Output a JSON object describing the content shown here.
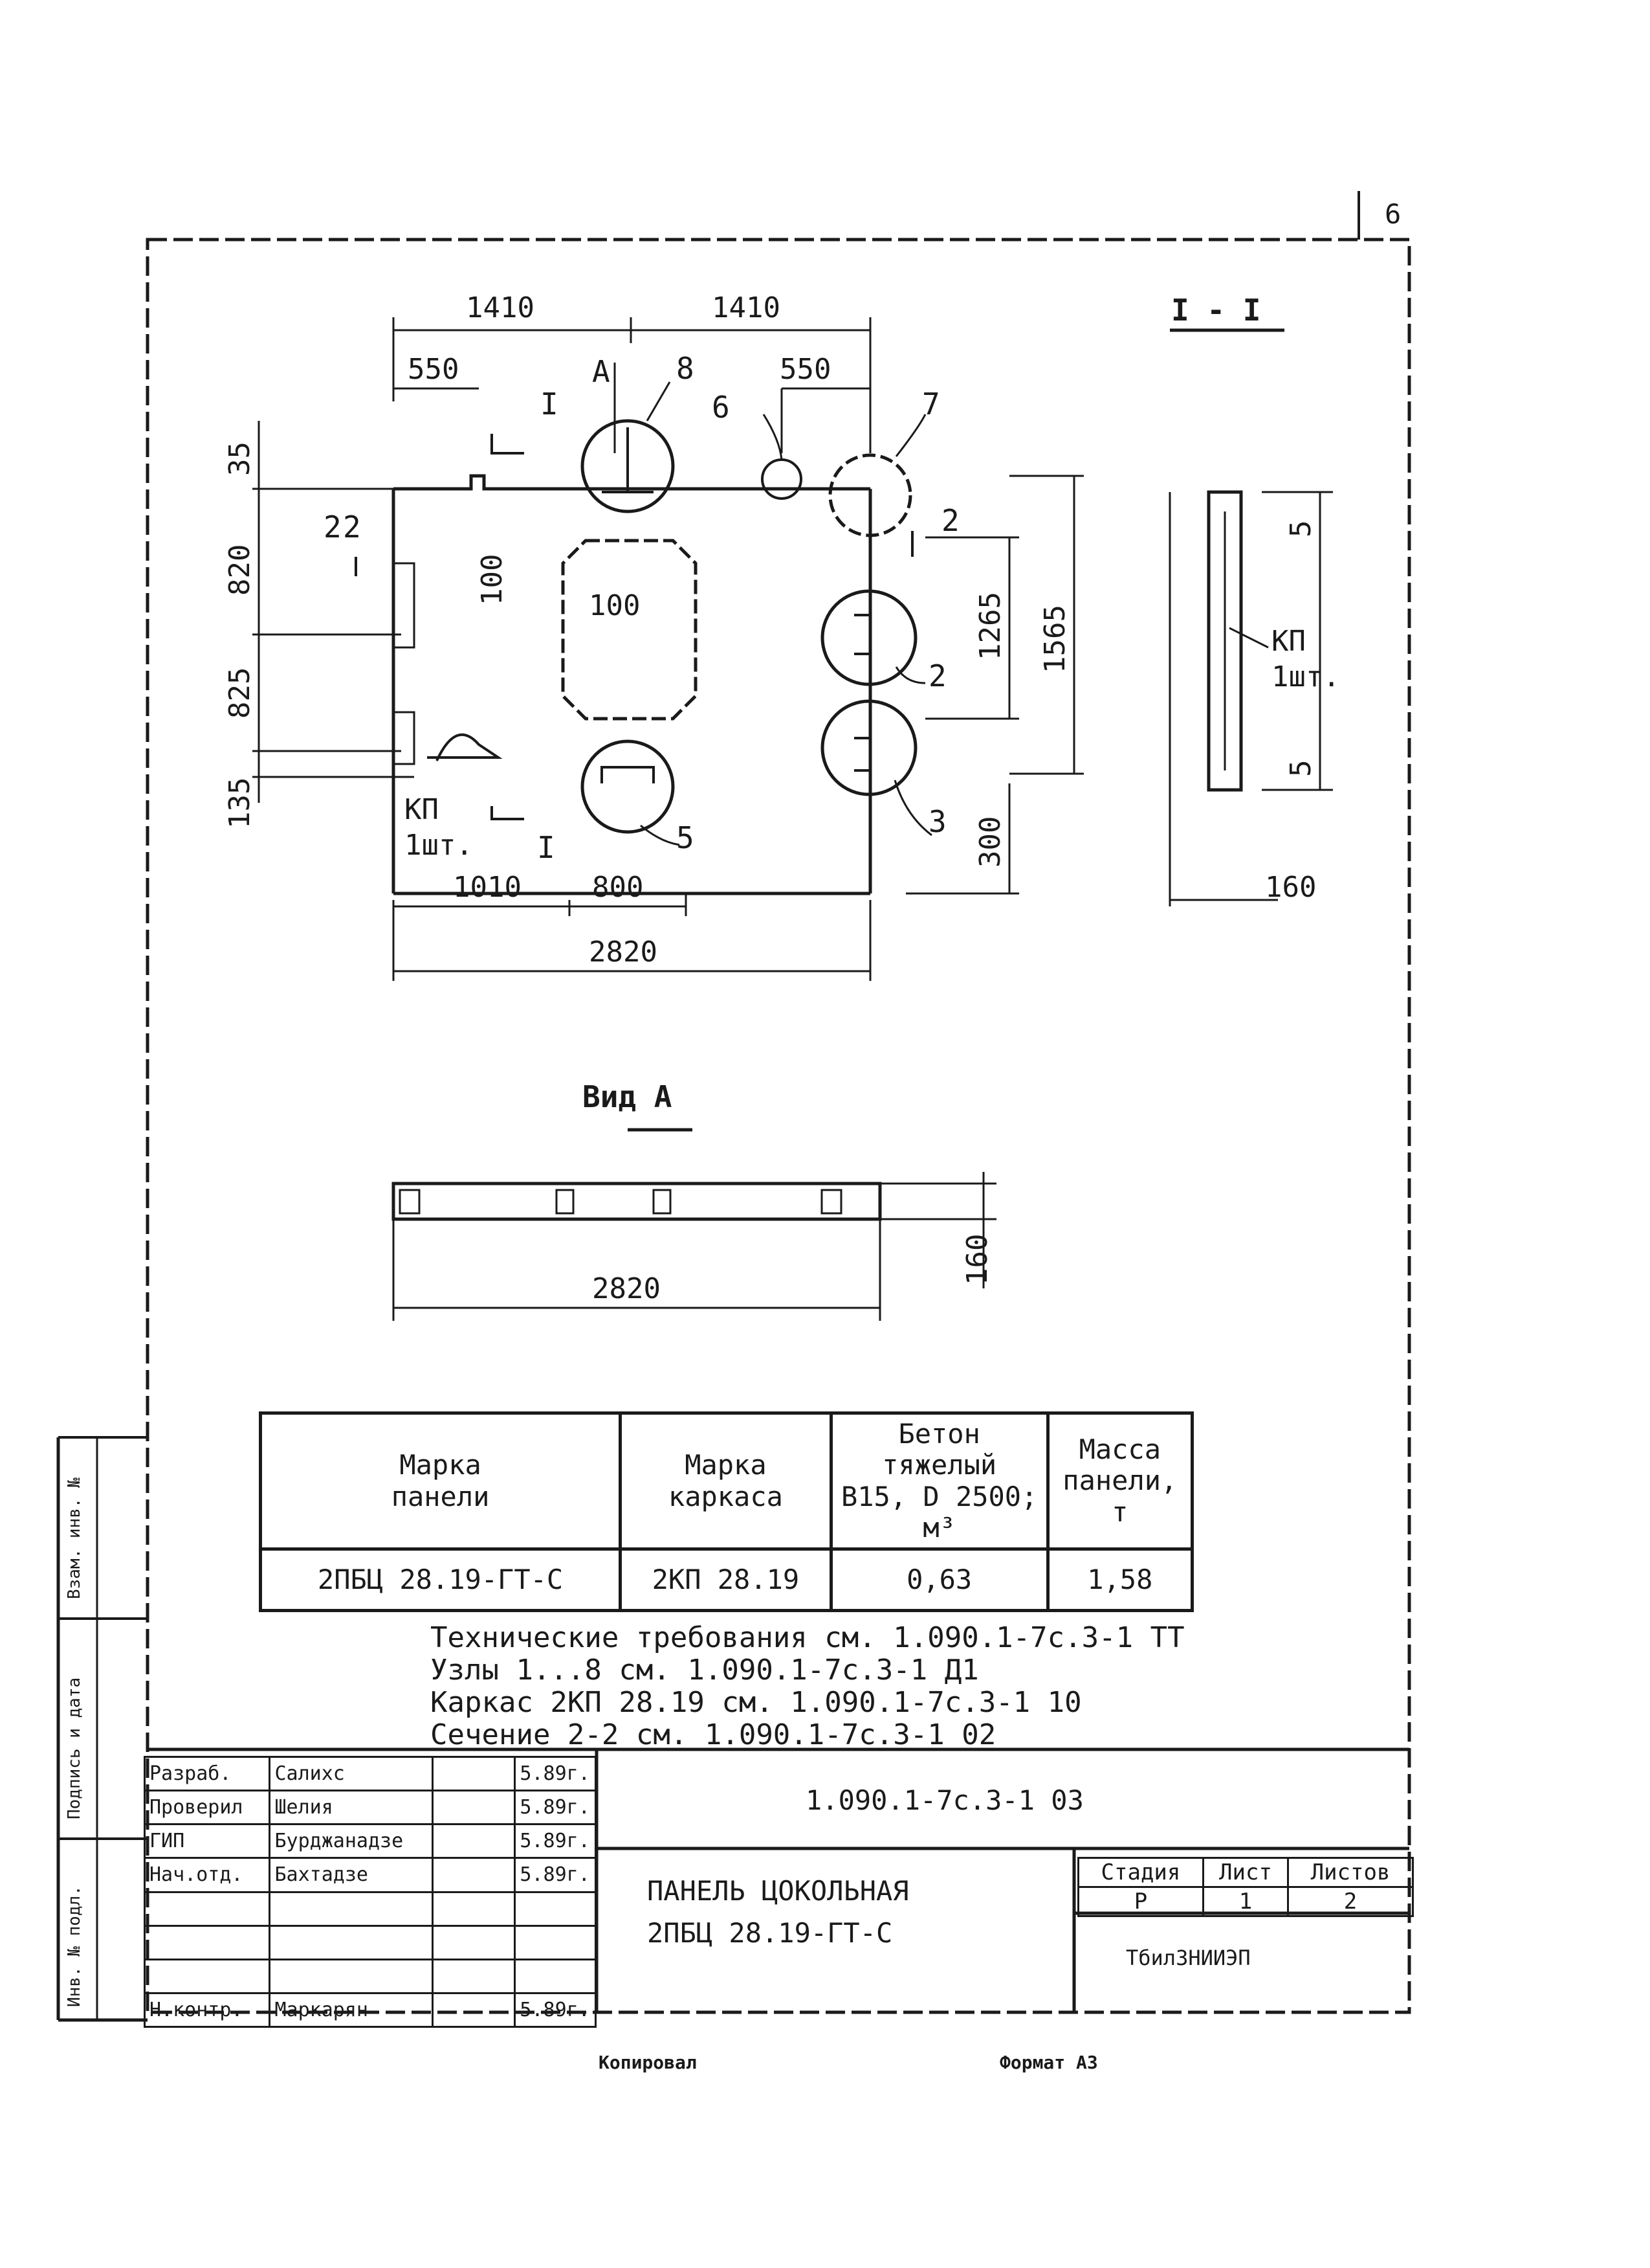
{
  "page_number": "6",
  "plan": {
    "dims_top": [
      "1410",
      "1410"
    ],
    "dims_upper": [
      "550",
      "550"
    ],
    "dims_left": [
      "35",
      "820",
      "825",
      "135"
    ],
    "dims_right": [
      "1265",
      "1565",
      "300"
    ],
    "dims_inner": [
      "100",
      "100"
    ],
    "dims_bottom": [
      "1010",
      "800"
    ],
    "overall_width": "2820",
    "callouts": [
      "8",
      "6",
      "7",
      "2",
      "2",
      "3",
      "5"
    ],
    "section_marks": [
      "I",
      "I",
      "2",
      "2"
    ],
    "view_mark": "A",
    "kp_label": "КП",
    "kp_qty": "1шт."
  },
  "section": {
    "title": "I - I",
    "dims": [
      "5",
      "5",
      "160"
    ],
    "kp_label": "КП",
    "kp_qty": "1шт."
  },
  "view_a": {
    "title": "Вид  А",
    "width": "2820",
    "height": "160"
  },
  "spec_table": {
    "headers": [
      "Марка\nпанели",
      "Марка\nкаркаса",
      "Бетон\nтяжелый\nB15, D 2500;\nм³",
      "Масса\nпанели,\nт"
    ],
    "row": [
      "2ПБЦ 28.19-ГТ-С",
      "2КП 28.19",
      "0,63",
      "1,58"
    ]
  },
  "notes": [
    "Технические требования см. 1.090.1-7с.3-1 ТТ",
    "Узлы 1...8 см. 1.090.1-7с.3-1 Д1",
    "Каркас 2КП 28.19 см. 1.090.1-7с.3-1 10",
    "Сечение 2-2 см. 1.090.1-7с.3-1 02"
  ],
  "title_block": {
    "doc_code": "1.090.1-7с.3-1 03",
    "title_line1": "ПАНЕЛЬ ЦОКОЛЬНАЯ",
    "title_line2": "2ПБЦ 28.19-ГТ-С",
    "stage_headers": [
      "Стадия",
      "Лист",
      "Листов"
    ],
    "stage_values": [
      "Р",
      "1",
      "2"
    ],
    "organization": "ТбилЗНИИЭП",
    "people": [
      {
        "role": "Разраб.",
        "name": "Салихс",
        "date": "5.89г."
      },
      {
        "role": "Проверил",
        "name": "Шелия",
        "date": "5.89г."
      },
      {
        "role": "ГИП",
        "name": "Бурджанадзе",
        "date": "5.89г."
      },
      {
        "role": "Нач.отд.",
        "name": "Бахтадзе",
        "date": "5.89г."
      },
      {
        "role": "",
        "name": "",
        "date": ""
      },
      {
        "role": "",
        "name": "",
        "date": ""
      },
      {
        "role": "",
        "name": "",
        "date": ""
      },
      {
        "role": "Н.контр.",
        "name": "Маркарян",
        "date": "5.89г."
      }
    ]
  },
  "side_stamp": {
    "cells": [
      "Взам. инв. №",
      "Подпись и дата",
      "Инв. № подл."
    ]
  },
  "footer": {
    "copied": "Копировал",
    "format": "Формат А3"
  }
}
